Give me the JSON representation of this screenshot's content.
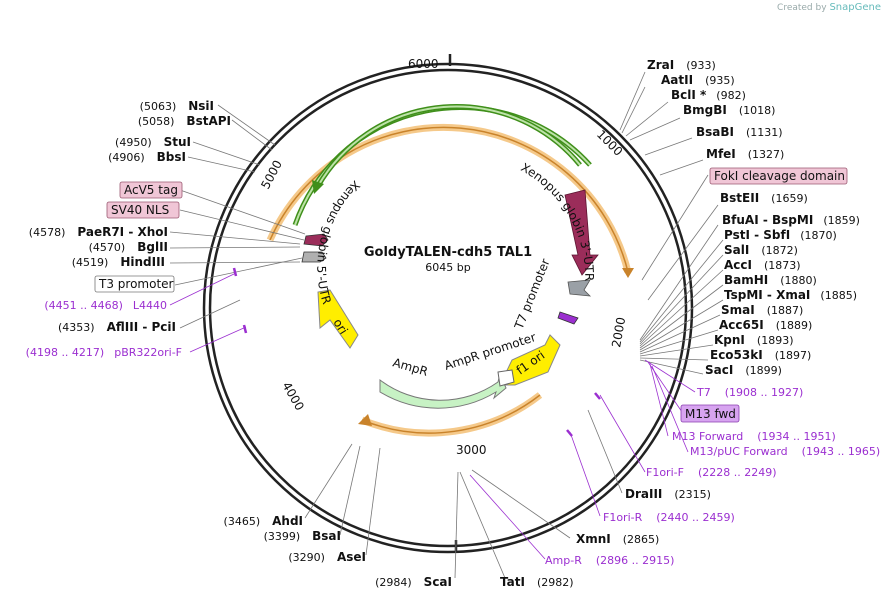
{
  "credit": {
    "prefix": "Created by",
    "brand": "SnapGene"
  },
  "plasmid": {
    "name": "GoldyTALEN-cdh5 TAL1",
    "size": "6045 bp"
  },
  "ticks": [
    "6000",
    "1000",
    "2000",
    "3000",
    "4000",
    "5000"
  ],
  "sites_right": [
    {
      "name": "ZraI",
      "pos": "(933)"
    },
    {
      "name": "AatII",
      "pos": "(935)"
    },
    {
      "name": "BclI *",
      "pos": "(982)"
    },
    {
      "name": "BmgBI",
      "pos": "(1018)"
    },
    {
      "name": "BsaBI",
      "pos": "(1131)"
    },
    {
      "name": "MfeI",
      "pos": "(1327)"
    },
    {
      "name": "BstEII",
      "pos": "(1659)"
    },
    {
      "name": "BfuAI",
      "sep": " - ",
      "name2": "BspMI",
      "pos": "(1859)"
    },
    {
      "name": "PstI",
      "sep": " - ",
      "name2": "SbfI",
      "pos": "(1870)"
    },
    {
      "name": "SalI",
      "pos": "(1872)"
    },
    {
      "name": "AccI",
      "pos": "(1873)"
    },
    {
      "name": "BamHI",
      "pos": "(1880)"
    },
    {
      "name": "TspMI",
      "sep": " - ",
      "name2": "XmaI",
      "pos": "(1885)"
    },
    {
      "name": "SmaI",
      "pos": "(1887)"
    },
    {
      "name": "Acc65I",
      "pos": "(1889)"
    },
    {
      "name": "KpnI",
      "pos": "(1893)"
    },
    {
      "name": "Eco53kI",
      "pos": "(1897)"
    },
    {
      "name": "SacI",
      "pos": "(1899)"
    }
  ],
  "sites_left": [
    {
      "pos": "(5063)",
      "name": "NsiI"
    },
    {
      "pos": "(5058)",
      "name": "BstAPI"
    },
    {
      "pos": "(4950)",
      "name": "StuI"
    },
    {
      "pos": "(4906)",
      "name": "BbsI"
    },
    {
      "pos": "(4578)",
      "name": "PaeR7I",
      "sep": " - ",
      "name2": "XhoI"
    },
    {
      "pos": "(4570)",
      "name": "BglII"
    },
    {
      "pos": "(4519)",
      "name": "HindIII"
    },
    {
      "pos": "(4353)",
      "name": "AflIII",
      "sep": " - ",
      "name2": "PciI"
    }
  ],
  "sites_bottom": [
    {
      "pos": "(3465)",
      "name": "AhdI"
    },
    {
      "pos": "(3399)",
      "name": "BsaI"
    },
    {
      "pos": "(3290)",
      "name": "AseI"
    },
    {
      "pos": "(2984)",
      "name": "ScaI"
    },
    {
      "name": "TatI",
      "pos": "(2982)"
    },
    {
      "name": "XmnI",
      "pos": "(2865)"
    },
    {
      "name": "DraIII",
      "pos": "(2315)"
    }
  ],
  "primers": [
    {
      "name": "T7",
      "range": "(1908 .. 1927)"
    },
    {
      "name": "M13 Forward",
      "range": "(1934 .. 1951)"
    },
    {
      "name": "M13/pUC Forward",
      "range": "(1943 .. 1965)"
    },
    {
      "name": "F1ori-F",
      "range": "(2228 .. 2249)"
    },
    {
      "name": "F1ori-R",
      "range": "(2440 .. 2459)"
    },
    {
      "name": "Amp-R",
      "range": "(2896 .. 2915)"
    },
    {
      "range": "(4451 .. 4468)",
      "name": "L4440"
    },
    {
      "range": "(4198 .. 4217)",
      "name": "pBR322ori-F"
    }
  ],
  "boxed_features": {
    "foki": "FokI cleavage domain",
    "m13fwd": "M13 fwd",
    "acv5": "AcV5 tag",
    "sv40": "SV40 NLS",
    "t3": "T3 promoter"
  },
  "inner_features": {
    "xg3": "Xenopus globin 3'-UTR",
    "xg5": "Xenopus globin 5'-UTR",
    "t7p": "T7 promoter",
    "f1ori": "f1 ori",
    "ampr_promoter": "AmpR promoter",
    "ampr": "AmpR",
    "ori": "ori"
  },
  "colors": {
    "orf_orange": "#f5c98a",
    "orf_orange_dark": "#c9832b",
    "green_line": "#3f8f1a",
    "globin3": "#9b2d5a",
    "yellow": "#ffee00",
    "ampr_green": "#c7f2c4",
    "primer_purple": "#9b2fd0",
    "box_pink": "#f0c6d6",
    "box_violet": "#d7a4f0"
  }
}
